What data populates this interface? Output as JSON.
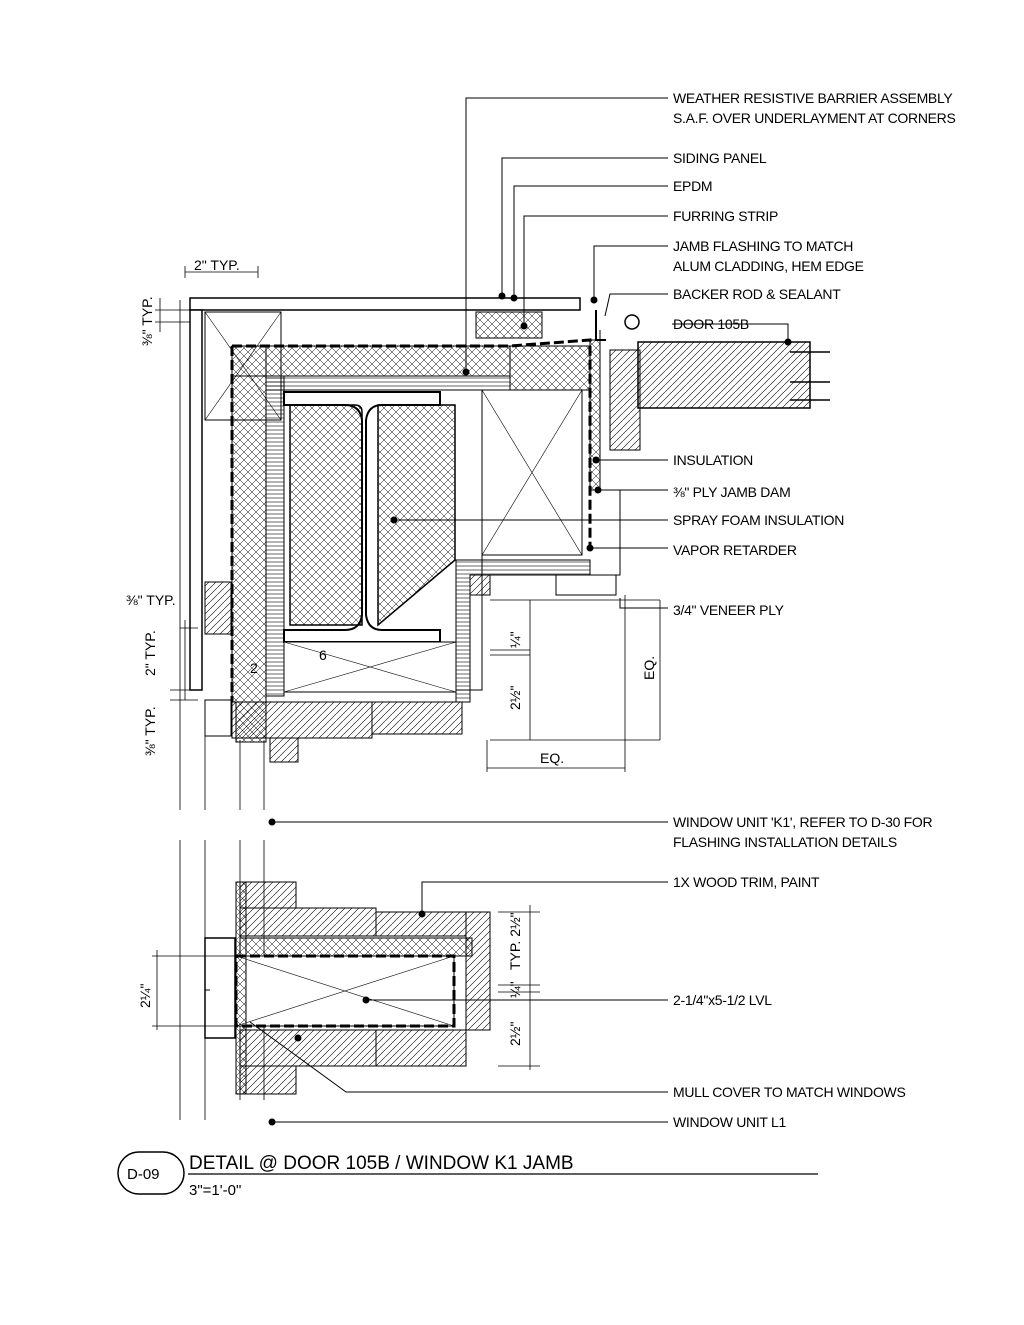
{
  "callouts": {
    "wrb_1": "WEATHER RESISTIVE BARRIER ASSEMBLY",
    "wrb_2": "S.A.F. OVER UNDERLAYMENT AT CORNERS",
    "siding": "SIDING PANEL",
    "epdm": "EPDM",
    "furring": "FURRING STRIP",
    "jamb_flash_1": "JAMB FLASHING TO MATCH",
    "jamb_flash_2": "ALUM CLADDING, HEM EDGE",
    "backer": "BACKER ROD & SEALANT",
    "door": "DOOR 105B",
    "insulation": "INSULATION",
    "ply_dam": "⅜\" PLY JAMB DAM",
    "spray_foam": "SPRAY FOAM INSULATION",
    "vapor": "VAPOR RETARDER",
    "veneer": "3/4\" VENEER PLY",
    "window_k1_1": "WINDOW UNIT 'K1', REFER TO D-30 FOR",
    "window_k1_2": "FLASHING INSTALLATION DETAILS",
    "trim": "1X WOOD TRIM, PAINT",
    "lvl": "2-1/4\"x5-1/2 LVL",
    "mull": "MULL COVER TO MATCH WINDOWS",
    "window_l1": "WINDOW UNIT L1"
  },
  "dimensions": {
    "two_typ": "2\" TYP.",
    "three_eighths_typ_top": "⅜\" TYP.",
    "three_eighths_typ_mid": "⅜\" TYP.",
    "two_typ_vert": "2\" TYP.",
    "three_eighths_typ_low": "⅜\" TYP.",
    "quarter": "¼\"",
    "two_half": "2½\"",
    "eq_v": "EQ.",
    "eq_h": "EQ.",
    "tag_2": "2",
    "tag_6": "6",
    "typ_two_half": "TYP. 2½\"",
    "quarter_low": "¼\"",
    "two_half_low": "2½\"",
    "two_quarter": "2¼\""
  },
  "title_block": {
    "tag": "D-09",
    "title": "DETAIL @ DOOR 105B / WINDOW K1 JAMB",
    "scale": "3\"=1'-0\""
  }
}
